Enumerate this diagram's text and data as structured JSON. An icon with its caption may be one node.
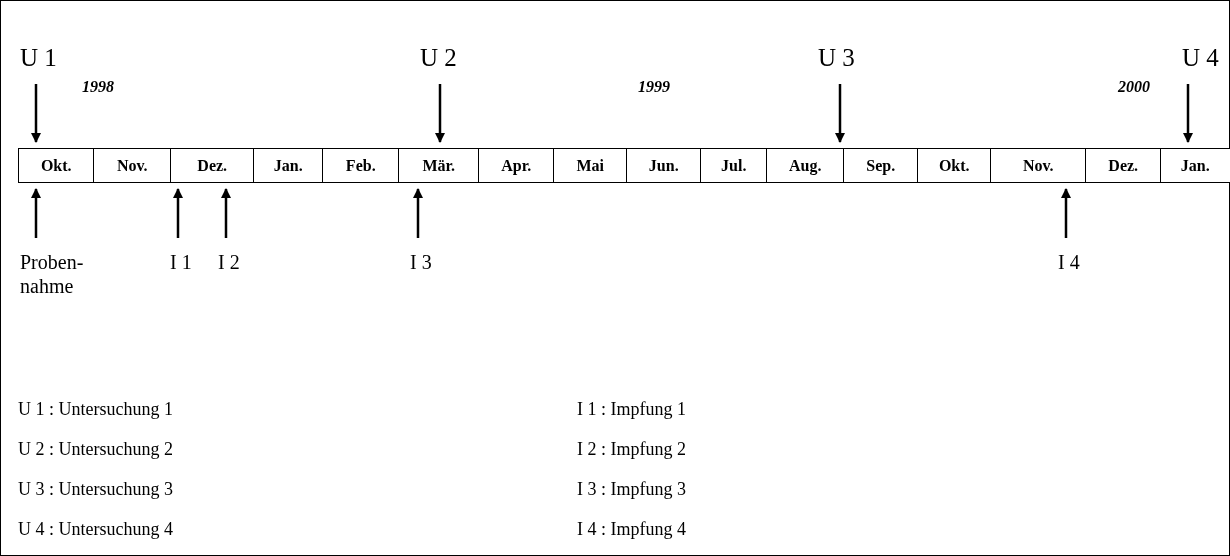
{
  "diagram": {
    "nodes": [
      {
        "text": [
          "Okt."
        ]
      },
      {
        "text": [
          "Nov."
        ]
      },
      {
        "text": [
          "Dez."
        ]
      },
      {
        "text": [
          "Jan."
        ]
      },
      {
        "text": [
          "Feb."
        ]
      },
      {
        "text": [
          "Mär."
        ]
      },
      {
        "text": [
          "Apr."
        ]
      },
      {
        "text": [
          "Mai"
        ]
      },
      {
        "text": [
          "Jun."
        ]
      },
      {
        "text": [
          "Jul."
        ]
      },
      {
        "text": [
          "Aug."
        ]
      },
      {
        "text": [
          "Sep."
        ]
      },
      {
        "text": [
          "Okt."
        ]
      },
      {
        "text": [
          "Nov."
        ]
      },
      {
        "text": [
          "Dez."
        ]
      },
      {
        "text": [
          "Jan."
        ]
      },
      {
        "text": [
          "U 1"
        ]
      },
      {
        "text": [
          "U 2"
        ]
      },
      {
        "text": [
          "U 3"
        ]
      },
      {
        "text": [
          "U 4"
        ]
      },
      {
        "text": [
          "Proben- nahme"
        ]
      },
      {
        "text": [
          "I 1"
        ]
      },
      {
        "text": [
          "I 2"
        ]
      },
      {
        "text": [
          "I 3"
        ]
      },
      {
        "text": [
          "I 4"
        ]
      }
    ],
    "edges": [
      {
        "from": 16,
        "to": 0,
        "arrow": "to"
      },
      {
        "from": 17,
        "to": 5,
        "arrow": "to"
      },
      {
        "from": 18,
        "to": 11,
        "arrow": "to"
      },
      {
        "from": 19,
        "to": 15,
        "arrow": "to"
      },
      {
        "from": 20,
        "to": 0,
        "arrow": "to"
      },
      {
        "from": 21,
        "to": 2,
        "arrow": "to"
      },
      {
        "from": 22,
        "to": 2,
        "arrow": "to"
      },
      {
        "from": 23,
        "to": 5,
        "arrow": "to"
      },
      {
        "from": 24,
        "to": 13,
        "arrow": "to"
      }
    ],
    "labels": [
      "1998",
      "1999",
      "2000",
      "U 1 : Untersuchung 1",
      "I 1 : Impfung 1",
      "U 2 : Untersuchung 2",
      "I 2 : Impfung 2",
      "U 3 : Untersuchung 3",
      "I 3 : Impfung 3",
      "U 4 : Untersuchung 4",
      "I 4 : Impfung 4"
    ]
  }
}
